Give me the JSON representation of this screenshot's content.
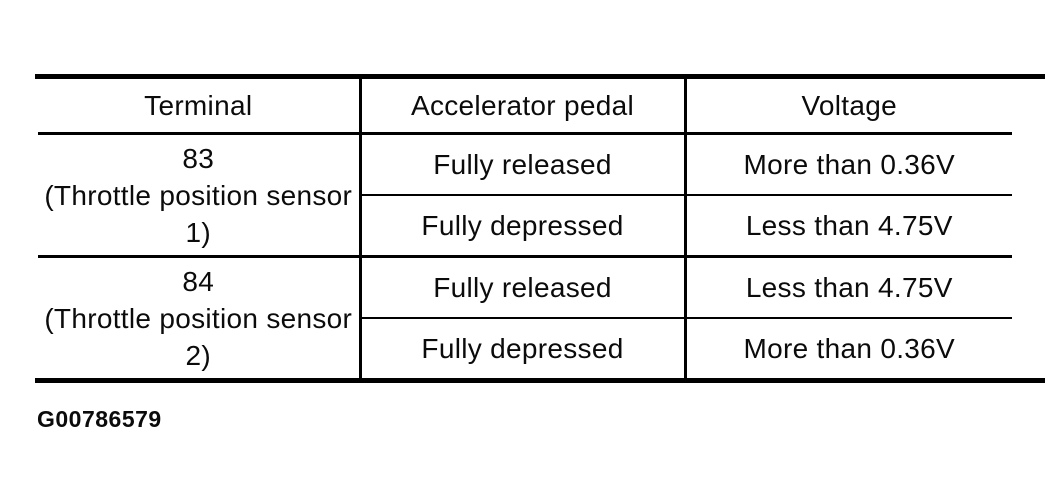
{
  "document": {
    "figure_code": "G00786579"
  },
  "table": {
    "headers": [
      "Terminal",
      "Accelerator pedal",
      "Voltage"
    ],
    "row_groups": [
      {
        "terminal": "83\n(Throttle position sensor\n1)",
        "conditions": [
          {
            "accelerator_pedal": "Fully released",
            "voltage": "More than 0.36V"
          },
          {
            "accelerator_pedal": "Fully depressed",
            "voltage": "Less than 4.75V"
          }
        ]
      },
      {
        "terminal": "84\n(Throttle position sensor\n2)",
        "conditions": [
          {
            "accelerator_pedal": "Fully released",
            "voltage": "Less than 4.75V"
          },
          {
            "accelerator_pedal": "Fully depressed",
            "voltage": "More than 0.36V"
          }
        ]
      }
    ]
  },
  "colors": {
    "line": "#000000",
    "text": "#0b0b0b",
    "background": "#ffffff"
  }
}
